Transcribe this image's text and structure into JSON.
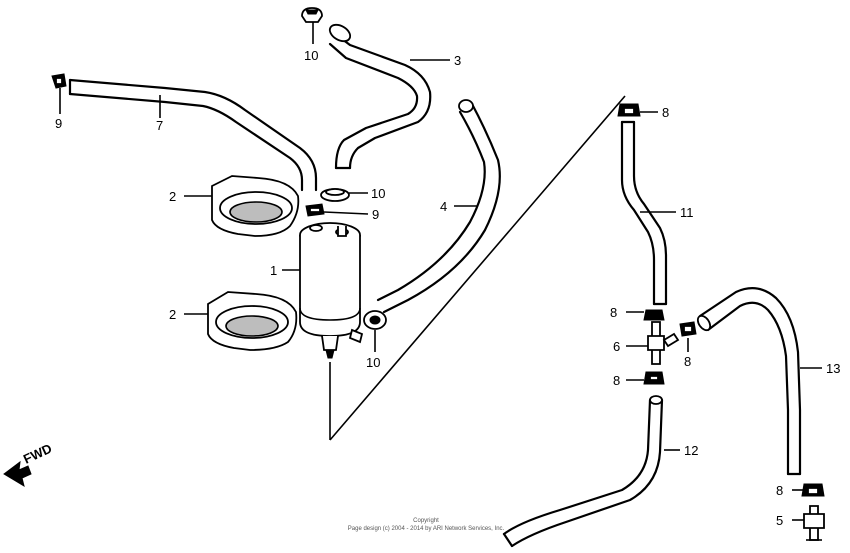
{
  "direction_label": "FWD",
  "callouts": {
    "c1": "1",
    "c2a": "2",
    "c2b": "2",
    "c3": "3",
    "c4": "4",
    "c5": "5",
    "c6": "6",
    "c7": "7",
    "c8a": "8",
    "c8b": "8",
    "c8c": "8",
    "c8d": "8",
    "c8e": "8",
    "c9a": "9",
    "c9b": "9",
    "c10a": "10",
    "c10b": "10",
    "c10c": "10",
    "c11": "11",
    "c12": "12",
    "c13": "13"
  },
  "copyright": {
    "line1": "Copyright",
    "line2": "Page design (c) 2004 - 2014 by ARI Network Services, Inc."
  }
}
